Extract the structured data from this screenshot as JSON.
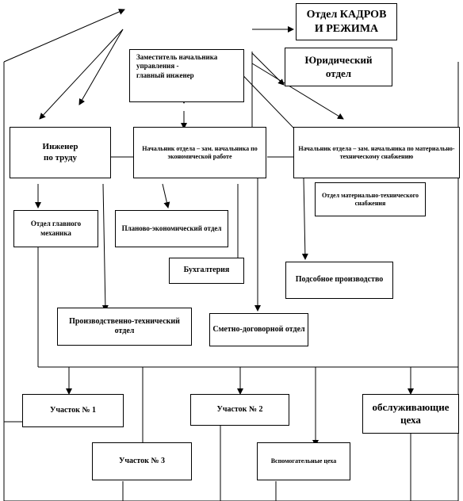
{
  "boxes": {
    "personnel": "Отдел КАДРОВ\nИ РЕЖИМА",
    "legal": "Юридический\nотдел",
    "deputy": "Заместитель начальника\nуправления -\nглавный инженер",
    "labor_engineer": "Инженер\nпо труду",
    "econ_head": "Начальник отдела – зам. начальника по экономической работе",
    "supply_head": "Начальник отдела – зам. начальника по материально-техническому снабжению",
    "supply_dept": "Отдел материально-технического снабжения",
    "chief_mechanic": "Отдел главного механика",
    "planning": "Планово-экономический отдел",
    "accounting": "Бухгалтерия",
    "subsidiary": "Подсобное производство",
    "production": "Производственно-технический отдел",
    "estimates": "Сметно-договорной отдел",
    "site1": "Участок № 1",
    "site2": "Участок № 2",
    "site3": "Участок № 3",
    "service": "обслуживающие цеха",
    "auxiliary": "Вспомогательные цеха"
  }
}
